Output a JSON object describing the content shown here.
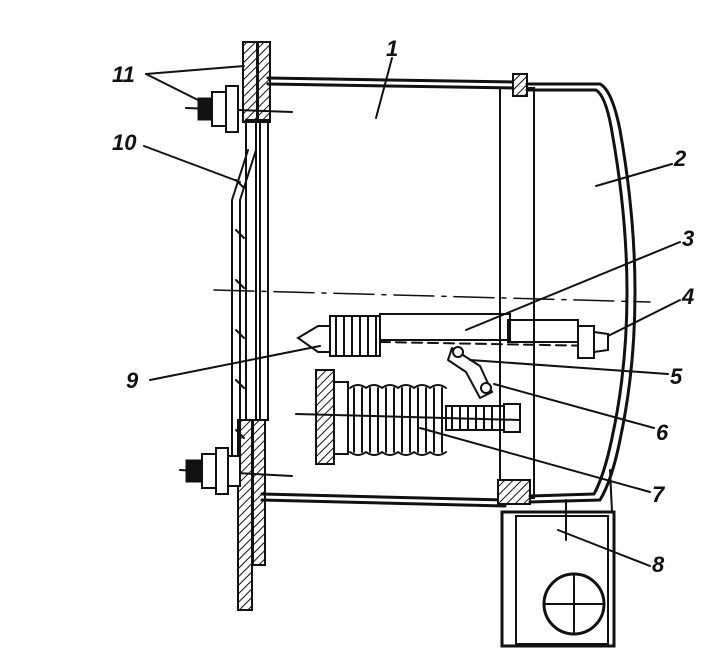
{
  "callouts": {
    "c1": "1",
    "c2": "2",
    "c3": "3",
    "c4": "4",
    "c5": "5",
    "c6": "6",
    "c7": "7",
    "c8": "8",
    "c9": "9",
    "c10": "10",
    "c11": "11"
  },
  "colors": {
    "ink": "#111111",
    "paper": "#ffffff"
  }
}
